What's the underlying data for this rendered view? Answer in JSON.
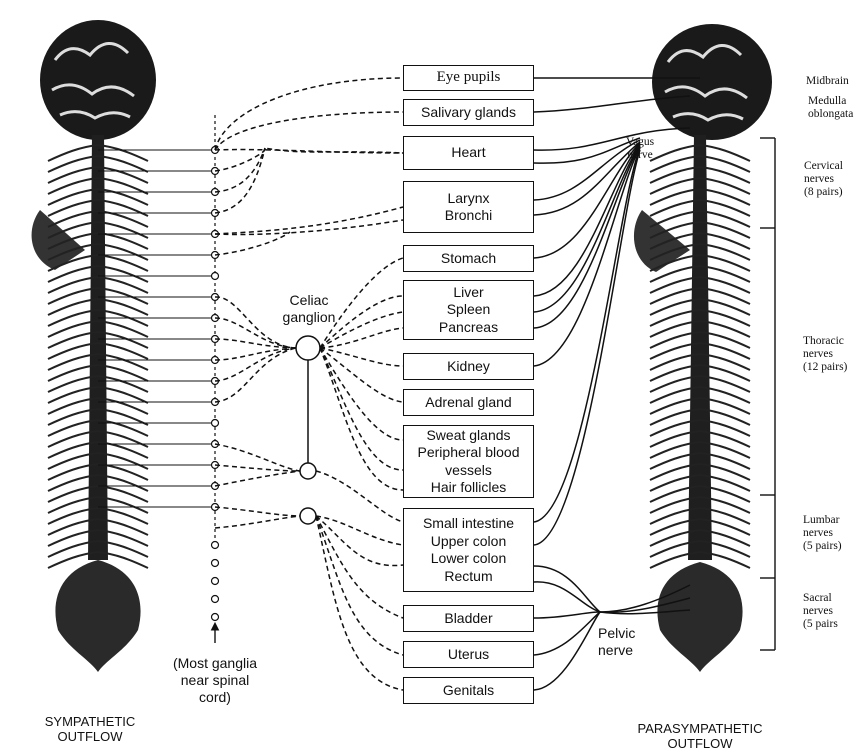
{
  "diagram": {
    "organs": [
      {
        "lines": [
          "Eye pupils"
        ]
      },
      {
        "lines": [
          "Salivary glands"
        ]
      },
      {
        "lines": [
          "Heart"
        ]
      },
      {
        "lines": [
          "Larynx",
          "Bronchi"
        ]
      },
      {
        "lines": [
          "Stomach"
        ]
      },
      {
        "lines": [
          "Liver",
          "Spleen",
          "Pancreas"
        ]
      },
      {
        "lines": [
          "Kidney"
        ]
      },
      {
        "lines": [
          "Adrenal gland"
        ]
      },
      {
        "lines": [
          "Sweat glands",
          "Peripheral blood",
          "vessels",
          "Hair follicles"
        ]
      },
      {
        "lines": [
          "Small intestine",
          "Upper colon",
          "Lower colon",
          "Rectum"
        ]
      },
      {
        "lines": [
          "Bladder"
        ]
      },
      {
        "lines": [
          "Uterus"
        ]
      },
      {
        "lines": [
          "Genitals"
        ]
      }
    ],
    "labels": {
      "celiac_ganglion": [
        "Celiac",
        "ganglion"
      ],
      "most_ganglia": [
        "(Most ganglia",
        "near spinal",
        "cord)"
      ],
      "pelvic_nerve": [
        "Pelvic",
        "nerve"
      ],
      "vagus_nerve": [
        "Vagus",
        "nerve"
      ],
      "sympathetic_outflow": [
        "SYMPATHETIC",
        "OUTFLOW"
      ],
      "parasympathetic_outflow": [
        "PARASYMPATHETIC",
        "OUTFLOW"
      ]
    },
    "regions": {
      "midbrain": [
        "Midbrain"
      ],
      "medulla_oblongata": [
        "Medulla",
        "oblongata"
      ],
      "cervical": [
        "Cervical",
        "nerves",
        "(8 pairs)"
      ],
      "thoracic": [
        "Thoracic",
        "nerves",
        "(12 pairs)"
      ],
      "lumbar": [
        "Lumbar",
        "nerves",
        "(5 pairs)"
      ],
      "sacral": [
        "Sacral",
        "nerves",
        "(5 pairs"
      ]
    }
  }
}
